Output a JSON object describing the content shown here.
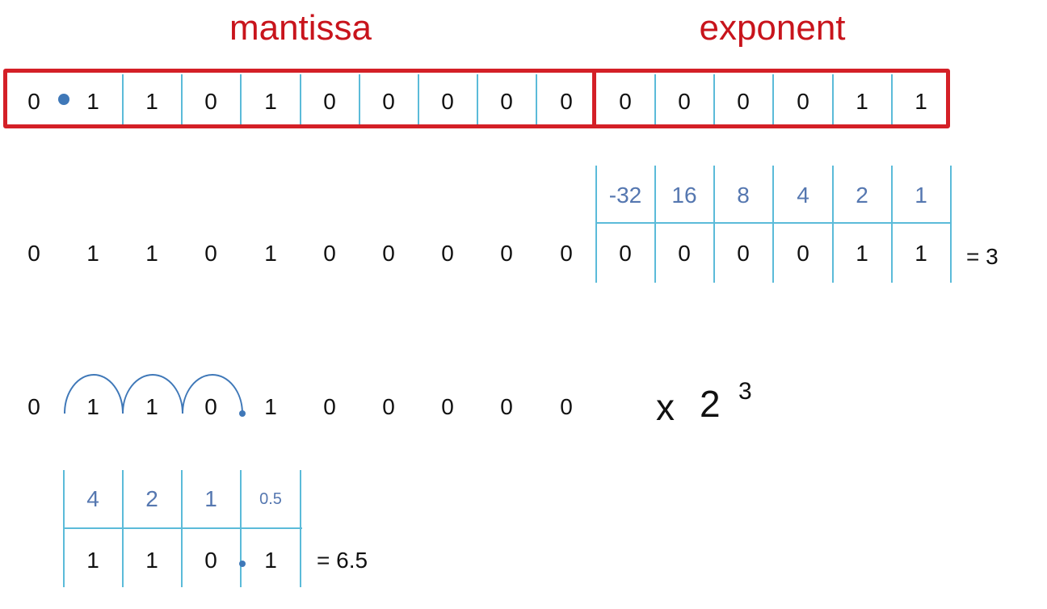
{
  "labels": {
    "mantissa": "mantissa",
    "exponent": "exponent"
  },
  "register": {
    "mantissa_bits": [
      "0",
      "1",
      "1",
      "0",
      "1",
      "0",
      "0",
      "0",
      "0",
      "0"
    ],
    "exponent_bits": [
      "0",
      "0",
      "0",
      "0",
      "1",
      "1"
    ]
  },
  "exponent_table": {
    "place_values": [
      "-32",
      "16",
      "8",
      "4",
      "2",
      "1"
    ],
    "bits": [
      "0",
      "0",
      "0",
      "0",
      "1",
      "1"
    ],
    "result": "= 3"
  },
  "row2_mantissa": [
    "0",
    "1",
    "1",
    "0",
    "1",
    "0",
    "0",
    "0",
    "0",
    "0"
  ],
  "row3_mantissa": [
    "0",
    "1",
    "1",
    "0",
    "1",
    "0",
    "0",
    "0",
    "0",
    "0"
  ],
  "multiplier": {
    "x": "x",
    "base": "2",
    "power": "3"
  },
  "mantissa_table": {
    "place_values": [
      "4",
      "2",
      "1",
      "0.5"
    ],
    "bits": [
      "1",
      "1",
      "0",
      "1"
    ],
    "result": "= 6.5"
  },
  "colors": {
    "red": "#d42027",
    "grid": "#5bbbd9",
    "header_text": "#5577b0",
    "dot": "#3f78b8"
  }
}
